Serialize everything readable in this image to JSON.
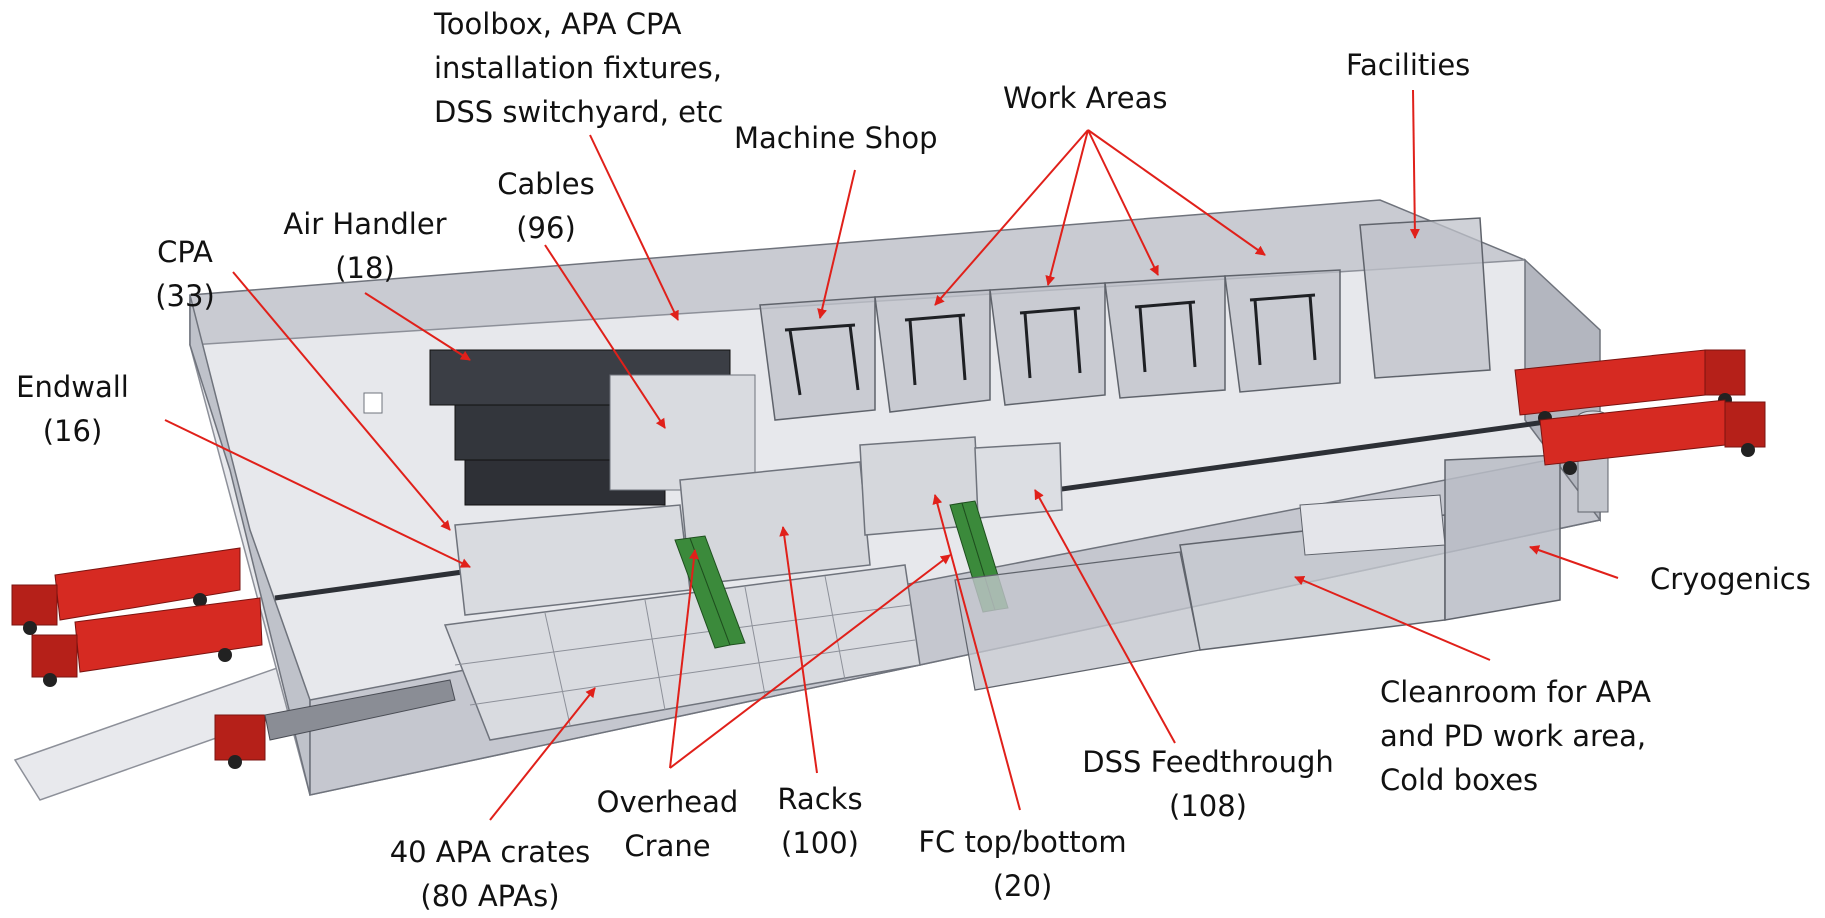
{
  "colors": {
    "arrow": "#e0201a",
    "building_wall": "#c3c5cc",
    "building_floor": "#e6e7ec",
    "truck_red": "#d62a22",
    "crane_green": "#2f7a2f",
    "crate": "#d9dbe0",
    "rack": "#2a2c31",
    "text": "#111111"
  },
  "icons": {
    "truck": "semi-truck-icon",
    "crane": "overhead-crane-icon",
    "tank": "cryo-tank-icon"
  },
  "labels": {
    "toolbox": [
      "Toolbox, APA CPA",
      "installation fixtures,",
      "DSS switchyard, etc"
    ],
    "machine_shop": [
      "Machine Shop"
    ],
    "work_areas": [
      "Work Areas"
    ],
    "facilities": [
      "Facilities"
    ],
    "cables": [
      "Cables",
      "(96)"
    ],
    "air_handler": [
      "Air Handler",
      "(18)"
    ],
    "cpa": [
      "CPA",
      "(33)"
    ],
    "endwall": [
      "Endwall",
      "(16)"
    ],
    "cryogenics": [
      "Cryogenics"
    ],
    "cleanroom": [
      "Cleanroom for APA",
      "and PD work area,",
      "Cold boxes"
    ],
    "dss_feedthrough": [
      "DSS Feedthrough",
      "(108)"
    ],
    "overhead_crane": [
      "Overhead",
      "Crane"
    ],
    "racks": [
      "Racks",
      "(100)"
    ],
    "fc_topbottom": [
      "FC top/bottom",
      "(20)"
    ],
    "apa_crates": [
      "40 APA crates",
      "(80 APAs)"
    ]
  }
}
